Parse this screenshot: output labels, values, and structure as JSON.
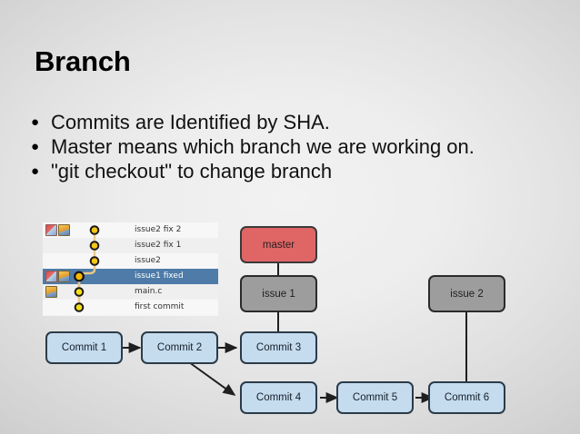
{
  "slide": {
    "title": "Branch",
    "bullet_marker": "●",
    "bullets": [
      "Commits are Identified by SHA.",
      "Master means which branch we are working on.",
      "\"git checkout\" to change branch"
    ]
  },
  "commit_log": {
    "rows": [
      {
        "label": "issue2 fix 2",
        "selected": false,
        "icons": [
          "tag-icon",
          "branch-icon"
        ]
      },
      {
        "label": "issue2 fix 1",
        "selected": false,
        "icons": []
      },
      {
        "label": "issue2",
        "selected": false,
        "icons": []
      },
      {
        "label": "issue1 fixed",
        "selected": true,
        "icons": [
          "tag-icon",
          "branch-icon"
        ]
      },
      {
        "label": "main.c",
        "selected": false,
        "icons": [
          "branch-icon"
        ]
      },
      {
        "label": "first commit",
        "selected": false,
        "icons": []
      }
    ],
    "selection_color": "#4e7ba8",
    "graph_node_color": "#f5c518",
    "graph_line_color": "#e8c98a"
  },
  "graph": {
    "branches": [
      {
        "name": "master",
        "type": "branch-label",
        "color": "#e06666"
      },
      {
        "name": "issue 1",
        "type": "branch-label",
        "color": "#9d9d9d"
      },
      {
        "name": "issue 2",
        "type": "branch-label",
        "color": "#9d9d9d"
      }
    ],
    "commits": [
      {
        "name": "Commit 1"
      },
      {
        "name": "Commit 2"
      },
      {
        "name": "Commit 3"
      },
      {
        "name": "Commit 4"
      },
      {
        "name": "Commit 5"
      },
      {
        "name": "Commit 6"
      }
    ],
    "commit_color": "#c5dcef",
    "edge_color": "#1f1f1f"
  }
}
